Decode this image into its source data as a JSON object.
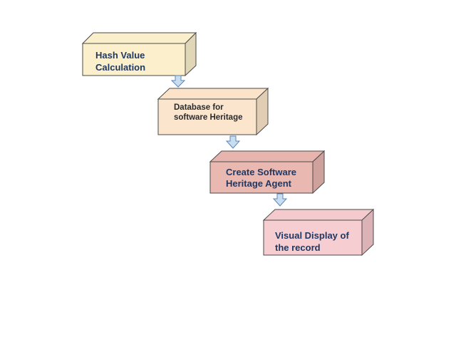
{
  "steps": [
    {
      "line1": "Hash Value",
      "line2": "Calculation",
      "front": "#FCF0CC",
      "top": "#FBEFCB",
      "side": "#E1D6B5",
      "text": "#1F3864"
    },
    {
      "line1": "Database for",
      "line2": "software Heritage",
      "front": "#FBE5CC",
      "top": "#FAE3C9",
      "side": "#E0CDB3",
      "text": "#2B2B2B"
    },
    {
      "line1": "Create Software",
      "line2": "Heritage Agent",
      "front": "#E9B8B1",
      "top": "#E7B5AE",
      "side": "#CFA19C",
      "text": "#1F3864"
    },
    {
      "line1": "Visual Display of",
      "line2": "the record",
      "front": "#F6CDD0",
      "top": "#F4CACD",
      "side": "#DBB3B6",
      "text": "#1F3864"
    }
  ],
  "arrow_color": "#C9DDF0",
  "arrow_stroke": "#5B86B7",
  "outline_color": "#4A4A4A"
}
